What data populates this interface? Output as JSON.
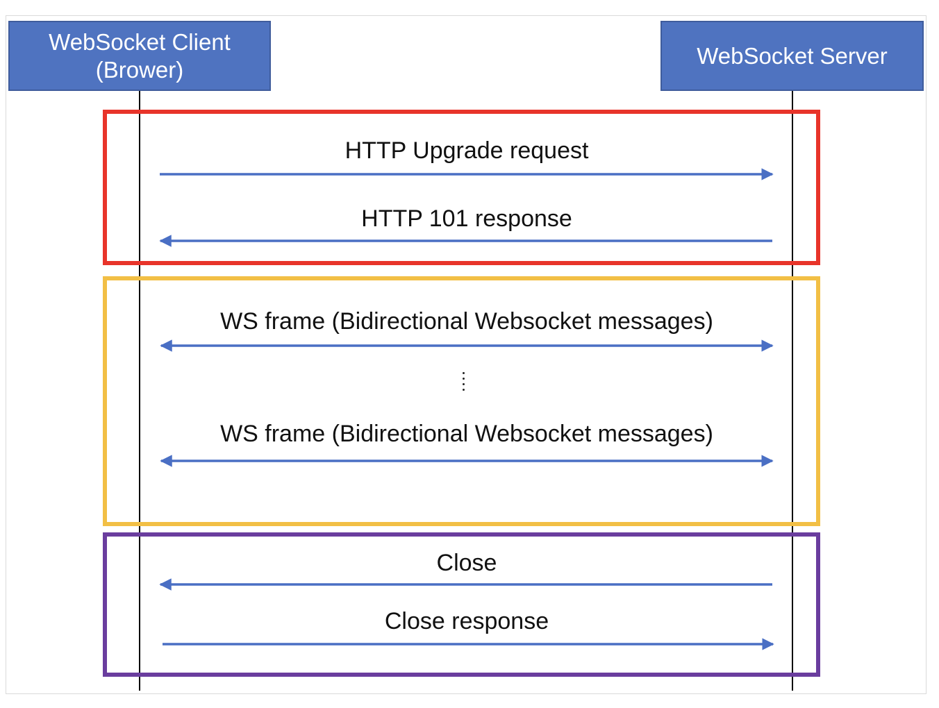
{
  "actors": {
    "client": "WebSocket Client\n(Brower)",
    "server": "WebSocket Server"
  },
  "colors": {
    "actor_fill": "#4f73c0",
    "arrow": "#4a6fc4",
    "handshake_border": "#e8342a",
    "data_border": "#f2bf45",
    "close_border": "#6a3d9e"
  },
  "messages": [
    {
      "label": "HTTP Upgrade request",
      "direction": "client-to-server"
    },
    {
      "label": "HTTP 101 response",
      "direction": "server-to-client"
    },
    {
      "label": "WS frame (Bidirectional Websocket messages)",
      "direction": "bidirectional"
    },
    {
      "label": "WS frame (Bidirectional Websocket messages)",
      "direction": "bidirectional"
    },
    {
      "label": "Close",
      "direction": "server-to-client"
    },
    {
      "label": "Close response",
      "direction": "client-to-server"
    }
  ]
}
